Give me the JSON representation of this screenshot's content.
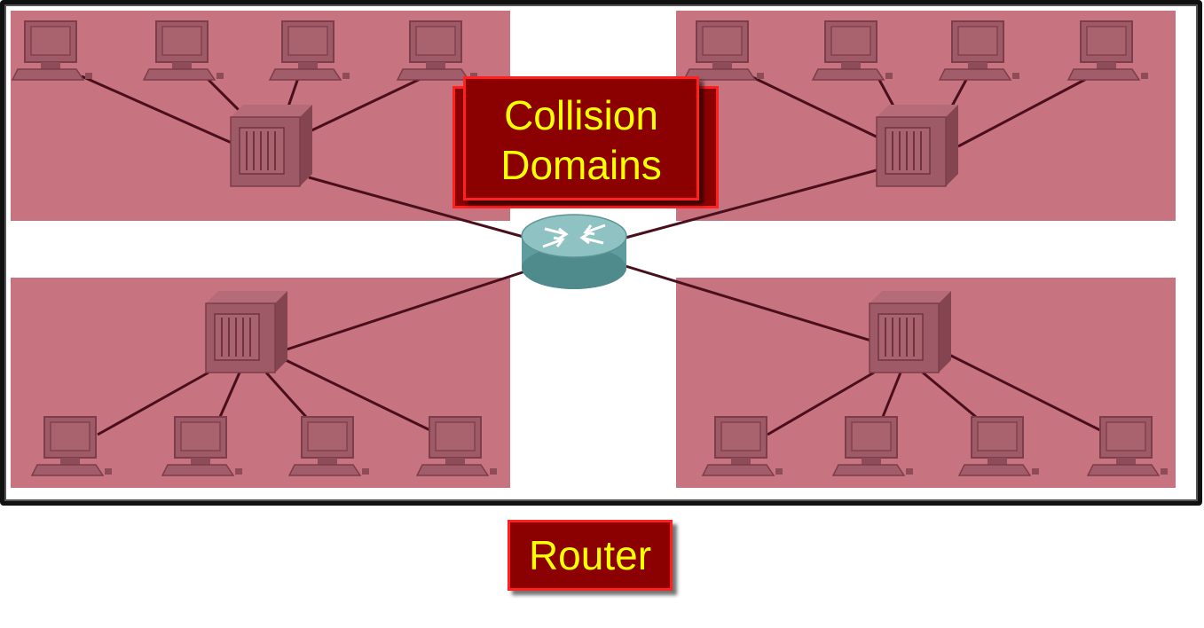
{
  "labels": {
    "collision_line1": "Collision",
    "collision_line2": "Domains",
    "router": "Router"
  },
  "colors": {
    "domain_fill": "#c87480",
    "device_fill": "#9e5a66",
    "cable": "#4a0f1c",
    "router_body": "#6fa7a8",
    "label_bg": "#8b0000",
    "label_border": "#ff2020",
    "label_text": "#ffff00"
  },
  "diagram": {
    "collision_domain_count": 4,
    "hubs_per_domain": 1,
    "pcs_per_domain": 4,
    "central_device": "router-icon"
  }
}
